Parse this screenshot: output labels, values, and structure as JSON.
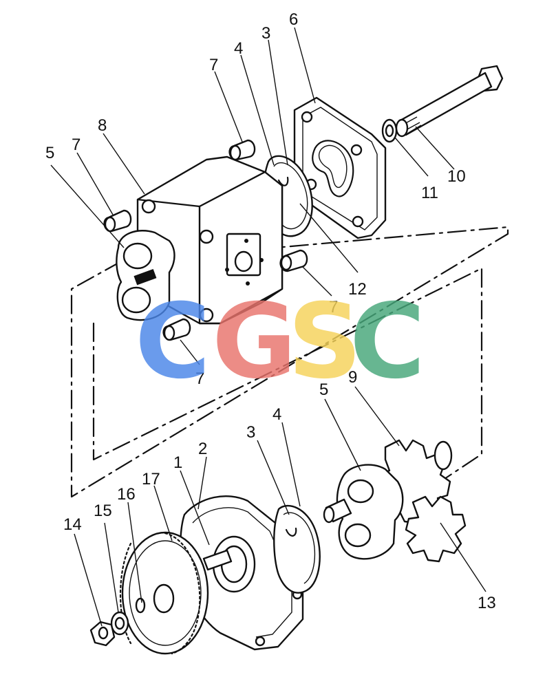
{
  "callouts": [
    {
      "id": "c1",
      "text": "1"
    },
    {
      "id": "c2",
      "text": "2"
    },
    {
      "id": "c3a",
      "text": "3"
    },
    {
      "id": "c3b",
      "text": "3"
    },
    {
      "id": "c4a",
      "text": "4"
    },
    {
      "id": "c4b",
      "text": "4"
    },
    {
      "id": "c5a",
      "text": "5"
    },
    {
      "id": "c5b",
      "text": "5"
    },
    {
      "id": "c6",
      "text": "6"
    },
    {
      "id": "c7a",
      "text": "7"
    },
    {
      "id": "c7b",
      "text": "7"
    },
    {
      "id": "c7c",
      "text": "7"
    },
    {
      "id": "c7d",
      "text": "7"
    },
    {
      "id": "c8",
      "text": "8"
    },
    {
      "id": "c9",
      "text": "9"
    },
    {
      "id": "c10",
      "text": "10"
    },
    {
      "id": "c11",
      "text": "11"
    },
    {
      "id": "c12",
      "text": "12"
    },
    {
      "id": "c13",
      "text": "13"
    },
    {
      "id": "c14",
      "text": "14"
    },
    {
      "id": "c15",
      "text": "15"
    },
    {
      "id": "c16",
      "text": "16"
    },
    {
      "id": "c17",
      "text": "17"
    }
  ],
  "watermark": {
    "letters": [
      "C",
      "G",
      "S",
      "C"
    ],
    "colors": [
      "#4a86e8",
      "#e8736c",
      "#f6d35a",
      "#46a77a"
    ]
  }
}
